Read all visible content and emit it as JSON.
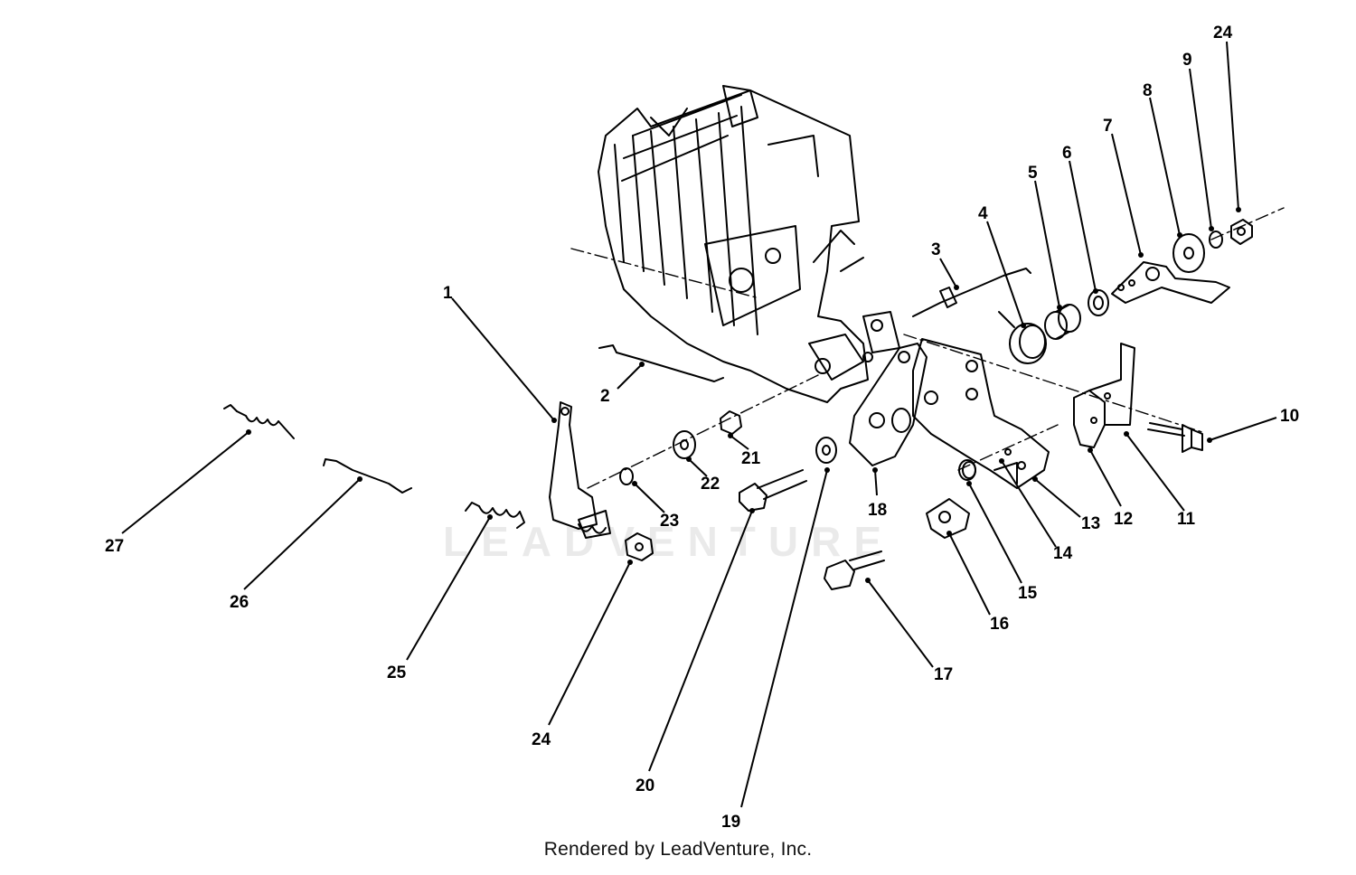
{
  "diagram": {
    "part_numbers": [
      "1",
      "2",
      "3",
      "4",
      "5",
      "6",
      "7",
      "8",
      "9",
      "24",
      "10",
      "11",
      "12",
      "13",
      "14",
      "15",
      "16",
      "17",
      "18",
      "19",
      "20",
      "21",
      "22",
      "23",
      "24",
      "25",
      "26",
      "27"
    ],
    "watermark": "LEADVENTURE",
    "credit": "Rendered by LeadVenture, Inc."
  }
}
